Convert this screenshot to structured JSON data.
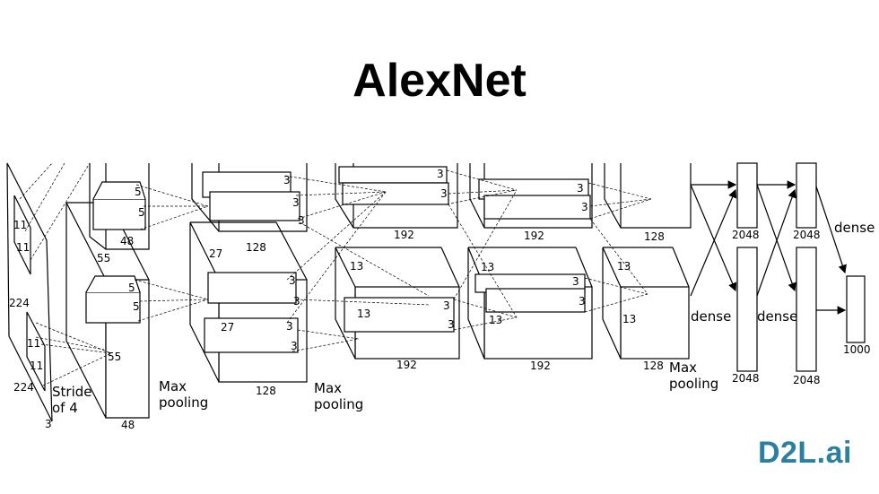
{
  "title": "AlexNet",
  "logo": "D2L.ai",
  "input": {
    "size_a": "224",
    "size_b": "224",
    "depth": "3",
    "k1": "11",
    "k2": "11",
    "k3": "11",
    "k4": "11",
    "stride_l1": "Stride",
    "stride_l2": "of 4"
  },
  "conv1": {
    "d_top": "48",
    "d_bot": "48",
    "size_a": "55",
    "size_b": "55",
    "k": "5"
  },
  "pool1": {
    "l1": "Max",
    "l2": "pooling"
  },
  "conv2": {
    "d_top": "128",
    "d_bot": "128",
    "size": "27",
    "k": "3"
  },
  "pool2": {
    "l1": "Max",
    "l2": "pooling"
  },
  "conv3": {
    "d_top": "192",
    "d_bot": "192",
    "size": "13",
    "k": "3"
  },
  "conv4": {
    "d_top": "192",
    "d_bot": "192",
    "size": "13",
    "k": "3"
  },
  "conv5": {
    "d_top": "128",
    "d_bot": "128",
    "size": "13",
    "k": "3"
  },
  "pool3": {
    "l1": "Max",
    "l2": "pooling"
  },
  "fc": {
    "fc1": "2048",
    "fc2": "2048",
    "out": "1000",
    "dense": "dense"
  }
}
